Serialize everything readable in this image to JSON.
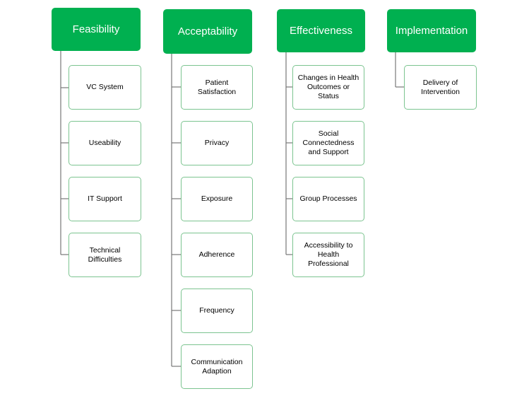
{
  "colors": {
    "header_fill": "#00b050",
    "card_border": "#7cc490",
    "connector": "#777777"
  },
  "columns": [
    {
      "title": "Feasibility",
      "items": [
        "VC System",
        "Useability",
        "IT Support",
        "Technical\nDifficulties"
      ]
    },
    {
      "title": "Acceptability",
      "items": [
        "Patient\nSatisfaction",
        "Privacy",
        "Exposure",
        "Adherence",
        "Frequency",
        "Communication\nAdaption"
      ]
    },
    {
      "title": "Effectiveness",
      "items": [
        "Changes in Health\nOutcomes or\nStatus",
        "Social\nConnectedness\nand Support",
        "Group Processes",
        "Accessibility to\nHealth\nProfessional"
      ]
    },
    {
      "title": "Implementation",
      "items": [
        "Delivery of\nIntervention"
      ]
    }
  ]
}
